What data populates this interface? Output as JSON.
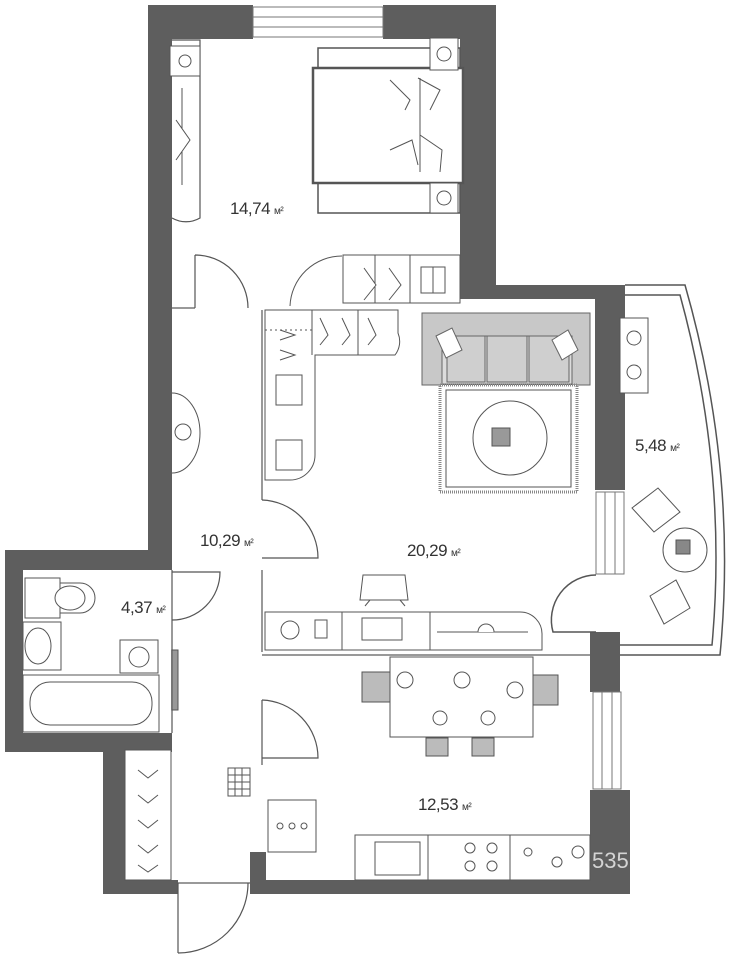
{
  "plan": {
    "rooms": [
      {
        "id": "bedroom",
        "area": "14,74",
        "unit": "м²"
      },
      {
        "id": "living",
        "area": "20,29",
        "unit": "м²"
      },
      {
        "id": "hall",
        "area": "10,29",
        "unit": "м²"
      },
      {
        "id": "bathroom",
        "area": "4,37",
        "unit": "м²"
      },
      {
        "id": "kitchen",
        "area": "12,53",
        "unit": "м²"
      },
      {
        "id": "balcony",
        "area": "5,48",
        "unit": "м²"
      }
    ],
    "watermark": "535"
  },
  "colors": {
    "wall": "#5e5e5e",
    "sofa": "#c8c8c8",
    "line": "#555555",
    "fill": "#ffffff"
  }
}
